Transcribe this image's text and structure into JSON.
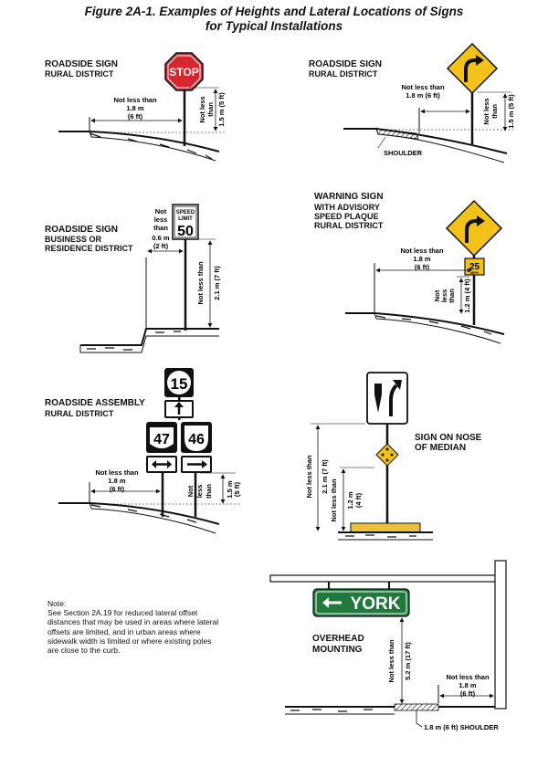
{
  "title": {
    "line1": "Figure 2A-1.  Examples of Heights and Lateral Locations of Signs",
    "line2": "for Typical Installations"
  },
  "panels": {
    "p1": {
      "label": "ROADSIDE SIGN",
      "sub": "RURAL DISTRICT",
      "sign": "STOP",
      "lat1": "Not less than",
      "lat2": "1.8 m",
      "lat3": "(6 ft)",
      "h1": "Not less",
      "h2": "than",
      "h3": "1.5 m (5 ft)"
    },
    "p2": {
      "label": "ROADSIDE SIGN",
      "sub": "RURAL DISTRICT",
      "lat1": "Not less than",
      "lat2": "1.8 m (6 ft)",
      "h1": "Not less",
      "h2": "than",
      "h3": "1.5 m (5 ft)",
      "shoulder": "SHOULDER"
    },
    "p3": {
      "label": "ROADSIDE SIGN",
      "sub1": "BUSINESS OR",
      "sub2": "RESIDENCE DISTRICT",
      "sign_top1": "SPEED",
      "sign_top2": "LIMIT",
      "sign_num": "50",
      "lat1": "Not",
      "lat2": "less",
      "lat3": "than",
      "lat4": "0.6 m",
      "lat5": "(2 ft)",
      "h": "Not less than",
      "hval": "2.1 m (7 ft)"
    },
    "p4": {
      "label1": "WARNING SIGN",
      "label2": "WITH ADVISORY",
      "label3": "SPEED PLAQUE",
      "label4": "RURAL DISTRICT",
      "plaque_num": "25",
      "plaque_unit": "MPH",
      "lat1": "Not less than",
      "lat2": "1.8 m",
      "lat3": "(6 ft)",
      "h1": "Not",
      "h2": "less",
      "h3": "than",
      "h4": "1.2 m (4 ft)"
    },
    "p5": {
      "label": "ROADSIDE ASSEMBLY",
      "sub": "RURAL DISTRICT",
      "route1": "15",
      "route2": "47",
      "route3": "46",
      "lat1": "Not less than",
      "lat2": "1.8 m",
      "lat3": "(6 ft)",
      "h1": "Not",
      "h2": "less",
      "h3": "than",
      "h4": "1.5 m",
      "h5": "(5 ft)"
    },
    "p6": {
      "label1": "SIGN ON NOSE",
      "label2": "OF MEDIAN",
      "a1": "Not less than",
      "a2": "2.1 m (7 ft)",
      "b1": "Not less than",
      "b2": "1.2 m",
      "b3": "(4 ft)"
    },
    "p7": {
      "label1": "OVERHEAD",
      "label2": "MOUNTING",
      "sign": "YORK",
      "h1": "Not less than",
      "h2": "5.2 m (17 ft)",
      "lat1": "Not less than",
      "lat2": "1.8 m",
      "lat3": "(6 ft)",
      "shoulder": "1.8 m (6 ft) SHOULDER"
    }
  },
  "note": {
    "heading": "Note:",
    "body": "See Section 2A.19 for reduced lateral offset distances that may be used in areas where lateral offsets are limited, and in urban areas where sidewalk width is limited or where existing poles are close to the curb."
  },
  "colors": {
    "stop_red": "#d7262e",
    "warning_yellow": "#f2c21b",
    "guide_green": "#1f7a3c",
    "ink": "#111111",
    "base_yellow": "#e9c13a"
  }
}
